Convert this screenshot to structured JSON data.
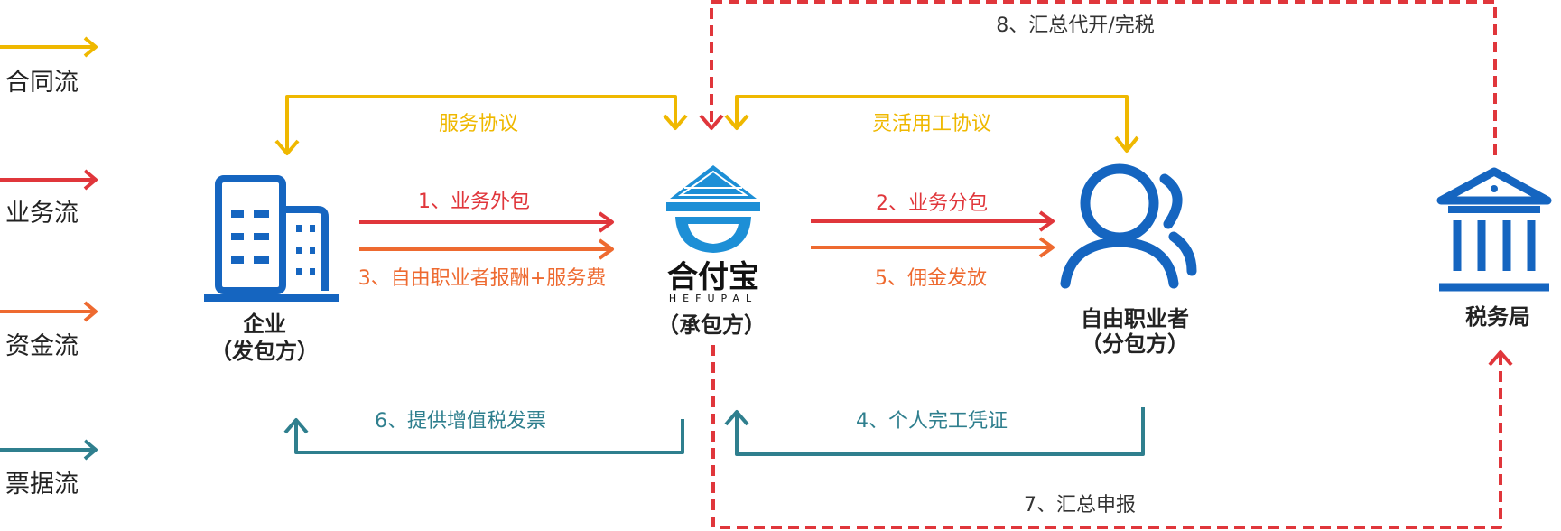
{
  "legend": [
    {
      "label": "合同流",
      "color": "#efb800"
    },
    {
      "label": "业务流",
      "color": "#e0363b"
    },
    {
      "label": "资金流",
      "color": "#ee6a30"
    },
    {
      "label": "票据流",
      "color": "#2f7f8e"
    }
  ],
  "nodes": {
    "enterprise": {
      "name": "企业",
      "role": "（发包方）",
      "icon": "office-building-icon"
    },
    "platform": {
      "logo_text": "合付宝",
      "logo_sub": "HEFUPAL",
      "role": "（承包方）",
      "icon": "hefupal-logo"
    },
    "freelancer": {
      "name": "自由职业者",
      "role": "（分包方）",
      "icon": "users-icon"
    },
    "tax_bureau": {
      "name": "税务局",
      "icon": "government-building-icon"
    }
  },
  "flows": {
    "service_agreement": "服务协议",
    "flexible_agreement": "灵活用工协议",
    "step1": "1、业务外包",
    "step2": "2、业务分包",
    "step3": "3、自由职业者报酬+服务费",
    "step4": "4、个人完工凭证",
    "step5": "5、佣金发放",
    "step6": "6、提供增值税发票",
    "step7": "7、汇总申报",
    "step8": "8、汇总代开/完税"
  },
  "colors": {
    "contract": "#efb800",
    "business": "#e0363b",
    "funds": "#ee6a30",
    "invoice": "#2f7f8e",
    "tax": "#e0363b",
    "icon_blue": "#1565c0"
  }
}
